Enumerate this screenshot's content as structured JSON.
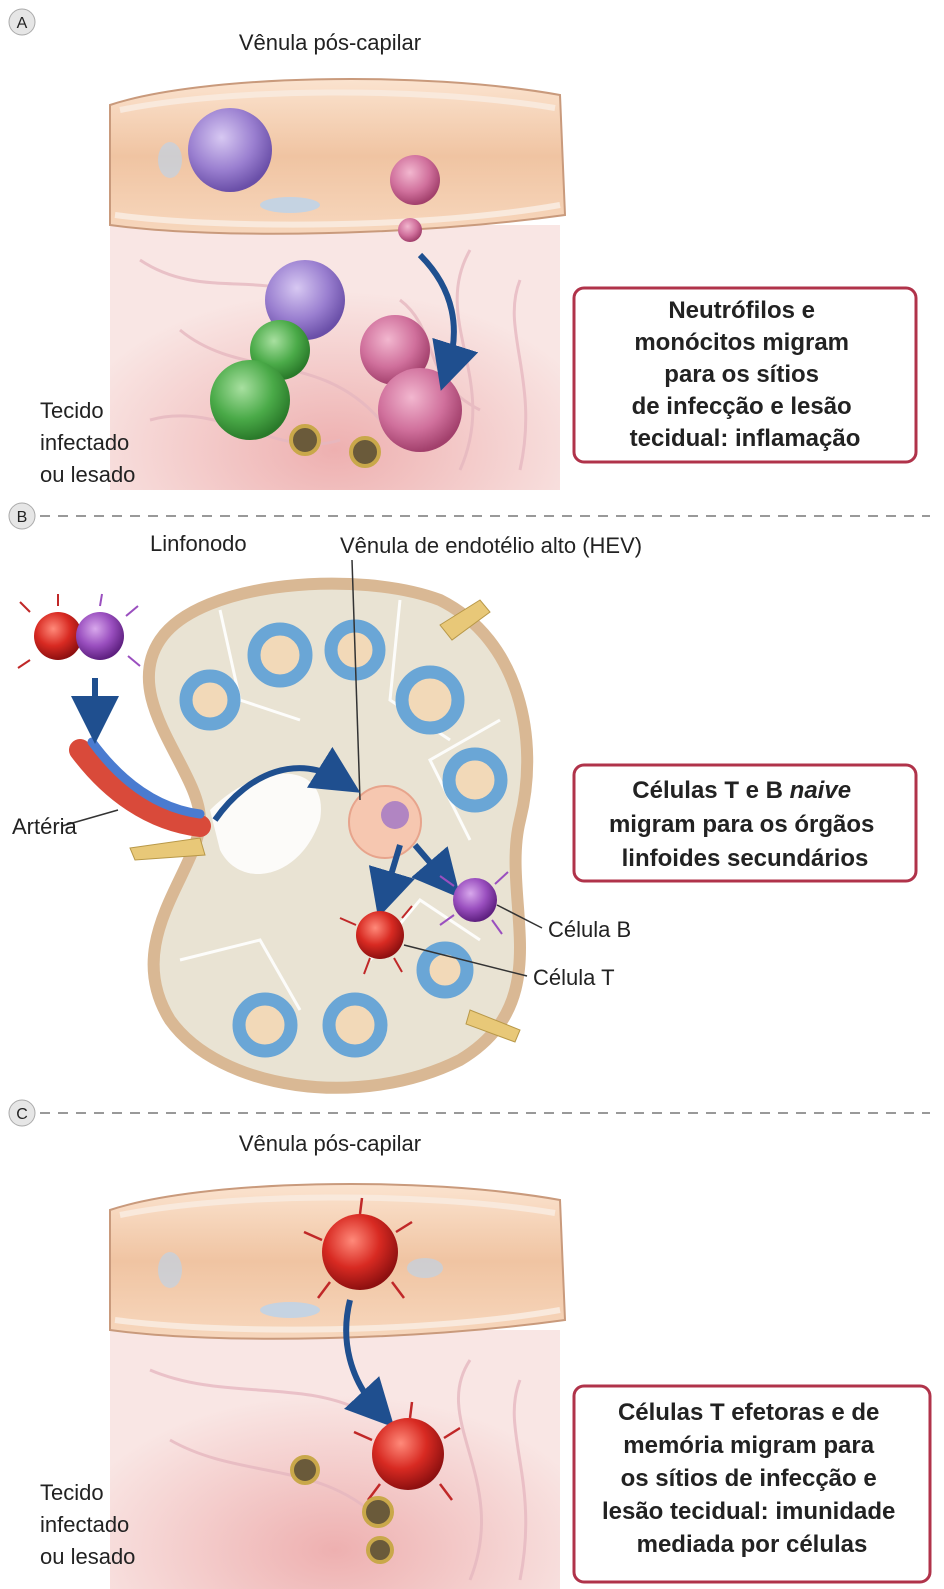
{
  "panels": [
    {
      "letter": "A",
      "vessel_label": "Vênula pós-capilar",
      "tissue_label": [
        "Tecido",
        "infectado",
        "ou lesado"
      ],
      "box_lines": [
        "Neutrófilos e",
        "monócitos migram",
        "para os sítios",
        "de infecção e lesão",
        "tecidual: inflamação"
      ]
    },
    {
      "letter": "B",
      "node_label": "Linfonodo",
      "hev_label": "Vênula de endotélio alto (HEV)",
      "artery_label": "Artéria",
      "bcell_label": "Célula B",
      "tcell_label": "Célula T",
      "box_line1_prefix": "Células T e B ",
      "box_line1_italic": "naive",
      "box_lines": [
        "migram para os órgãos",
        "linfoides secundários"
      ]
    },
    {
      "letter": "C",
      "vessel_label": "Vênula pós-capilar",
      "tissue_label": [
        "Tecido",
        "infectado",
        "ou lesado"
      ],
      "box_lines": [
        "Células T efetoras e de",
        "memória migram para",
        "os sítios de infecção e",
        "lesão tecidual: imunidade",
        "mediada por células"
      ]
    }
  ],
  "colors": {
    "box_border": "#b0334a",
    "arrow": "#1f4f8f",
    "vessel": "#f2c9a8",
    "tissue": "#f7dcdc",
    "neutrophil": "#c0608a",
    "lymphocyte": "#8c6fc0",
    "monocyte": "#3c9a3c",
    "t_cell": "#cc2020",
    "b_cell": "#8a3fa8",
    "follicle": "#6aa6d6",
    "node_fill": "#e9e3d3"
  }
}
